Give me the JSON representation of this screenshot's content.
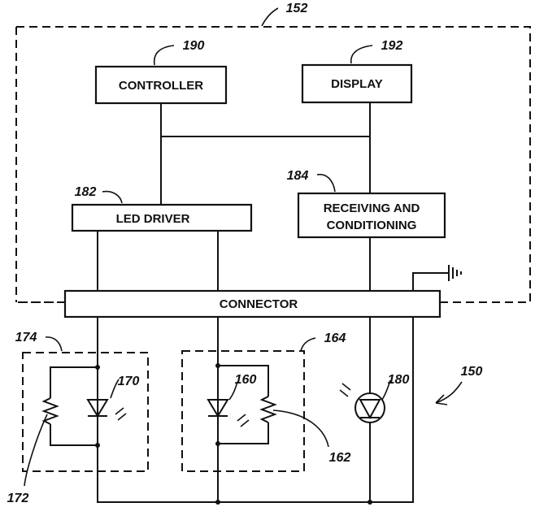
{
  "blocks": {
    "controller": "CONTROLLER",
    "display": "DISPLAY",
    "led_driver": "LED DRIVER",
    "receiving_line1": "RECEIVING AND",
    "receiving_line2": "CONDITIONING",
    "connector": "CONNECTOR"
  },
  "refs": {
    "r152": "152",
    "r190": "190",
    "r192": "192",
    "r182": "182",
    "r184": "184",
    "r174": "174",
    "r170": "170",
    "r164": "164",
    "r160": "160",
    "r180": "180",
    "r150": "150",
    "r162": "162",
    "r172": "172"
  }
}
